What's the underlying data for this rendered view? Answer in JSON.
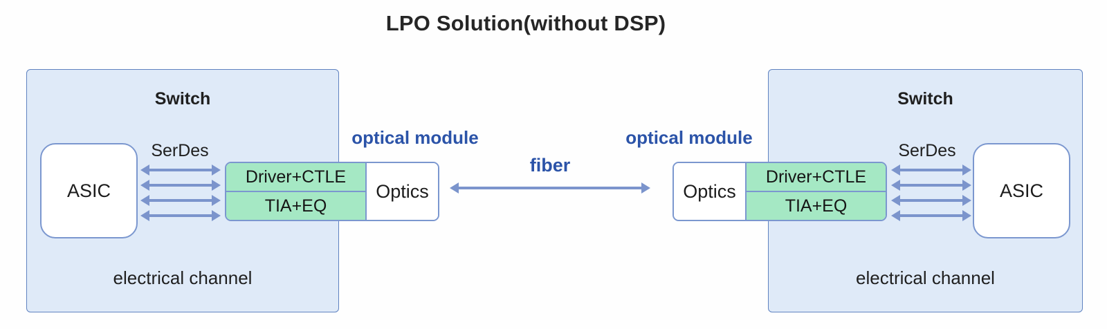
{
  "title": "LPO Solution(without DSP)",
  "switches": [
    {
      "label": "Switch",
      "asic": "ASIC",
      "serdes": "SerDes",
      "channel": "electrical channel"
    },
    {
      "label": "Switch",
      "asic": "ASIC",
      "serdes": "SerDes",
      "channel": "electrical channel"
    }
  ],
  "modules": [
    {
      "label": "optical module",
      "cells": [
        "Driver+CTLE",
        "TIA+EQ"
      ],
      "optics": "Optics"
    },
    {
      "label": "optical module",
      "cells": [
        "Driver+CTLE",
        "TIA+EQ"
      ],
      "optics": "Optics"
    }
  ],
  "fiber_label": "fiber",
  "serdes_lanes": 4,
  "colors": {
    "switch_fill": "#dfeaf8",
    "switch_border": "#5f82c0",
    "box_border": "#7b97cf",
    "green_fill": "#a5e8c4",
    "arrow": "#7b94cc",
    "blue_text": "#2b53a8",
    "dark_text": "#212121"
  }
}
